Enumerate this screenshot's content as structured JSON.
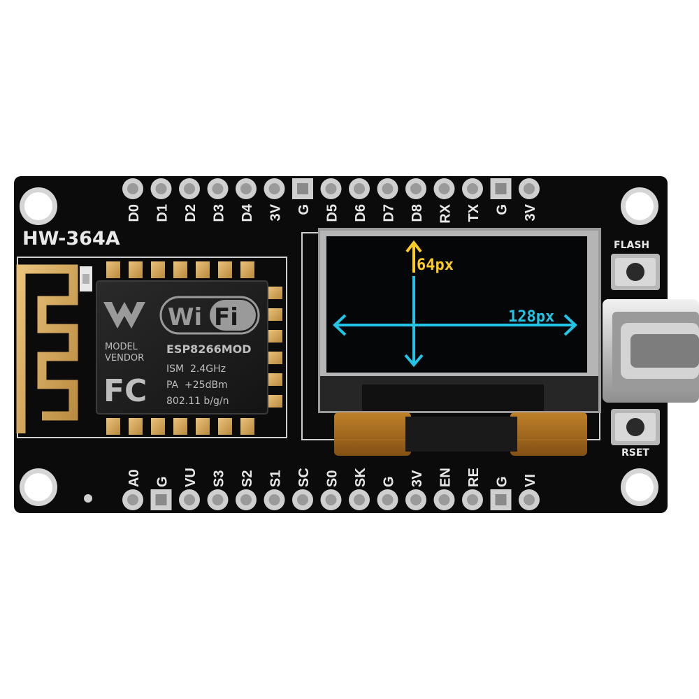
{
  "board": {
    "model": "HW-364A",
    "pcb_color": "#0b0b0b",
    "silk_color": "#e8e8e8",
    "top_pins": [
      "D0",
      "D1",
      "D2",
      "D3",
      "D4",
      "3V",
      "G",
      "D5",
      "D6",
      "D7",
      "D8",
      "RX",
      "TX",
      "G",
      "3V"
    ],
    "bottom_pins": [
      "A0",
      "G",
      "VU",
      "S3",
      "S2",
      "S1",
      "SC",
      "S0",
      "SK",
      "G",
      "3V",
      "EN",
      "RE",
      "G",
      "VI"
    ],
    "buttons": {
      "flash": "FLASH",
      "reset": "RSET"
    }
  },
  "module": {
    "logo_wi": "Wi",
    "logo_fi": "Fi",
    "model_line1": "MODEL",
    "model_line2": "VENDOR",
    "chip": "ESP8266MOD",
    "spec1": "ISM  2.4GHz",
    "spec2": "PA  +25dBm",
    "spec3": "802.11 b/g/n",
    "fcc": "FC"
  },
  "oled": {
    "height_label": "64px",
    "width_label": "128px",
    "height_color": "#ffcc22",
    "width_color": "#21c5e6"
  }
}
